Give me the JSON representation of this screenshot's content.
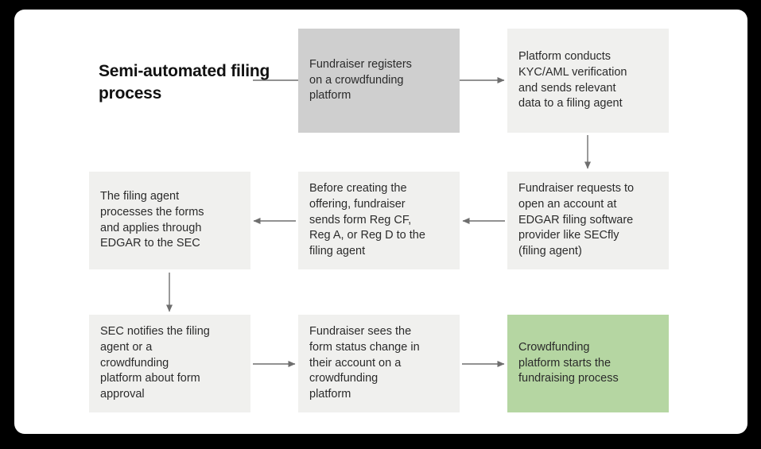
{
  "diagram": {
    "title": "Semi-automated\nfiling process",
    "type": "flowchart",
    "nodes": [
      {
        "id": "n1",
        "label": "Fundraiser registers\non a crowdfunding\nplatform",
        "fill": "#cfcfcf",
        "row": 1,
        "col": 2
      },
      {
        "id": "n2",
        "label": "Platform conducts\nKYC/AML verification\nand sends relevant\ndata to a filing agent",
        "fill": "#f0f0ee",
        "row": 1,
        "col": 3
      },
      {
        "id": "n3",
        "label": "Fundraiser requests to\nopen an account at\nEDGAR filing software\nprovider like SECfly\n(filing agent)",
        "fill": "#f0f0ee",
        "row": 2,
        "col": 3
      },
      {
        "id": "n4",
        "label": "Before creating the\noffering, fundraiser\nsends form Reg CF,\nReg A, or Reg D to the\nfiling agent",
        "fill": "#f0f0ee",
        "row": 2,
        "col": 2
      },
      {
        "id": "n5",
        "label": "The filing agent\nprocesses the forms\nand applies through\nEDGAR to the SEC",
        "fill": "#f0f0ee",
        "row": 2,
        "col": 1
      },
      {
        "id": "n6",
        "label": "SEC notifies the filing\nagent or a\ncrowdfunding\nplatform about form\napproval",
        "fill": "#f0f0ee",
        "row": 3,
        "col": 1
      },
      {
        "id": "n7",
        "label": "Fundraiser sees the\nform status change in\ntheir account on a\ncrowdfunding\nplatform",
        "fill": "#f0f0ee",
        "row": 3,
        "col": 2
      },
      {
        "id": "n8",
        "label": "Crowdfunding\nplatform starts the\nfundraising process",
        "fill": "#b5d6a2",
        "row": 3,
        "col": 3
      }
    ],
    "edges": [
      {
        "id": "e1",
        "from": "n1",
        "to": "n2",
        "direction": "right"
      },
      {
        "id": "e2",
        "from": "n2",
        "to": "n3",
        "direction": "down"
      },
      {
        "id": "e3",
        "from": "n3",
        "to": "n4",
        "direction": "left"
      },
      {
        "id": "e4",
        "from": "n4",
        "to": "n5",
        "direction": "left"
      },
      {
        "id": "e5",
        "from": "n5",
        "to": "n6",
        "direction": "down"
      },
      {
        "id": "e6",
        "from": "n6",
        "to": "n7",
        "direction": "right"
      },
      {
        "id": "e7",
        "from": "n7",
        "to": "n8",
        "direction": "right"
      }
    ]
  },
  "colors": {
    "page_background": "#000000",
    "card_background": "#ffffff",
    "node_fill_dark": "#cfcfcf",
    "node_fill_light": "#f0f0ee",
    "node_fill_green": "#b5d6a2",
    "edge_stroke": "#6e6e6e",
    "text": "#2b2b2b",
    "title_text": "#111111"
  }
}
